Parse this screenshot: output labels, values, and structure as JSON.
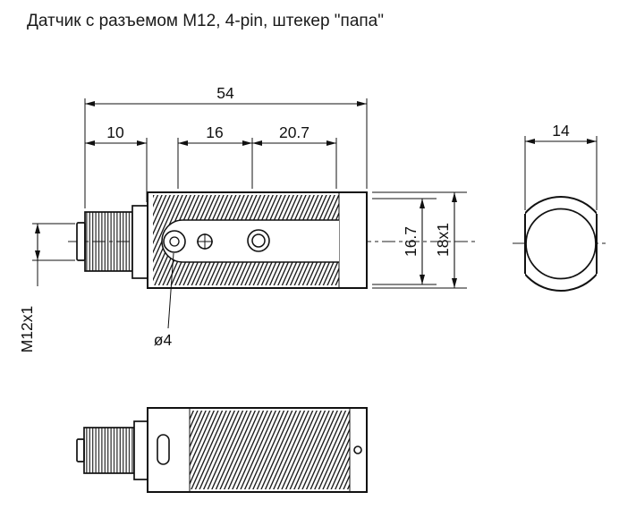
{
  "title": "Датчик с разъемом М12, 4-pin, штекер \"папа\"",
  "main_view": {
    "dim_overall": "54",
    "dim_connector": "10",
    "dim_front": "16",
    "dim_rear": "20.7",
    "label_connector_thread": "M12x1",
    "label_hole_diameter": "ø4",
    "dim_across_flat": "16.7",
    "label_body_thread": "18x1"
  },
  "end_view": {
    "dim_width": "14"
  }
}
